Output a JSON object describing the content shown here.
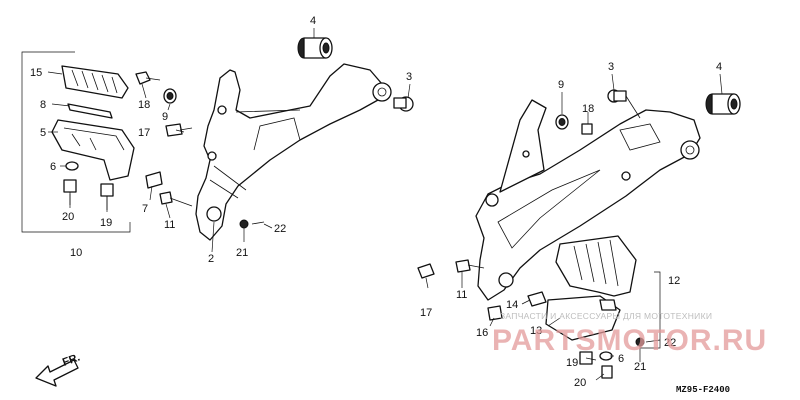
{
  "callouts": {
    "left": [
      "15",
      "8",
      "5",
      "6",
      "20",
      "19",
      "10",
      "18",
      "9",
      "17",
      "7",
      "11",
      "2",
      "4",
      "3",
      "21",
      "22"
    ],
    "right": [
      "4",
      "9",
      "18",
      "3",
      "12",
      "11",
      "17",
      "14",
      "16",
      "13",
      "19",
      "20",
      "6",
      "21",
      "22"
    ]
  },
  "direction_indicator": {
    "label": "FR.",
    "icon": "arrow-front-icon"
  },
  "sheet_code": "MZ95-F2400",
  "watermark": {
    "tagline": "ЗАПЧАСТИ И АКСЕССУАРЫ ДЛЯ МОТОТЕХНИКИ",
    "logo_text": "PARTSMOTOR.RU",
    "logo_color": "#e39a9a"
  },
  "colors": {
    "line": "#111111",
    "background": "#ffffff"
  }
}
